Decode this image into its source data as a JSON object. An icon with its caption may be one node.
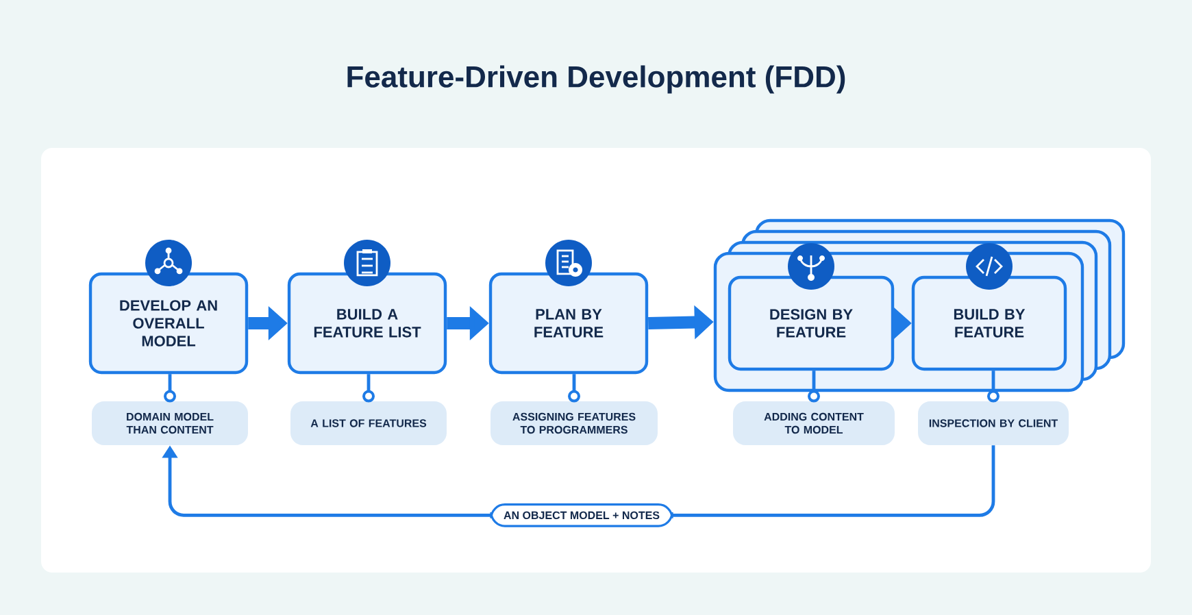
{
  "diagram": {
    "title": "Feature-Driven Development (FDD)",
    "nodes": [
      {
        "text": [
          "DEVELOP AN OVERALL MODEL"
        ]
      },
      {
        "text": [
          "BUILD A FEATURE LIST"
        ]
      },
      {
        "text": [
          "PLAN BY FEATURE"
        ]
      },
      {
        "text": [],
        "shape": "box"
      },
      {
        "text": [
          "DESIGN BY FEATURE"
        ],
        "in": 3
      },
      {
        "text": [
          "BUILD BY FEATURE"
        ],
        "in": 3
      },
      {
        "text": [
          "DOMAIN MODEL THAN CONTENT"
        ]
      },
      {
        "text": [
          "A LIST OF FEATURES"
        ]
      },
      {
        "text": [
          "ASSIGNING FEATURES TO PROGRAMMERS"
        ]
      },
      {
        "text": [
          "ADDING CONTENT TO MODEL"
        ]
      },
      {
        "text": [
          "INSPECTION BY CLIENT"
        ]
      }
    ],
    "edges": [
      {
        "from": 0,
        "to": 1,
        "arrow": "to",
        "style": "thick"
      },
      {
        "from": 1,
        "to": 2,
        "arrow": "to",
        "style": "thick"
      },
      {
        "from": 2,
        "to": 3,
        "arrow": "to",
        "style": "thick"
      },
      {
        "from": 4,
        "to": 5,
        "arrow": "to",
        "style": "thick"
      },
      {
        "from": 0,
        "to": 6,
        "arrow": "other"
      },
      {
        "from": 1,
        "to": 7,
        "arrow": "other"
      },
      {
        "from": 2,
        "to": 8,
        "arrow": "other"
      },
      {
        "from": 4,
        "to": 9,
        "arrow": "other"
      },
      {
        "from": 5,
        "to": 10,
        "arrow": "other"
      },
      {
        "from": 10,
        "to": 6,
        "arrow": "to",
        "label": "AN OBJECT MODEL + NOTES"
      }
    ]
  }
}
